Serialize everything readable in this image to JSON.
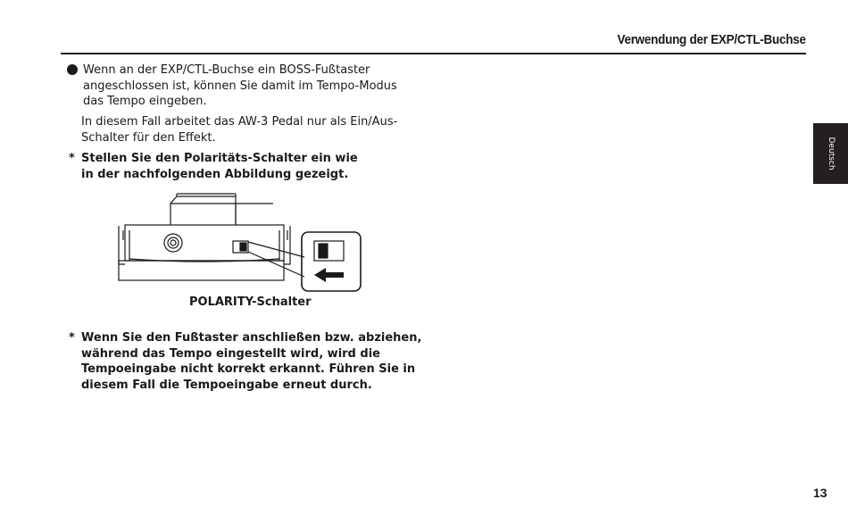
{
  "header": {
    "title": "Verwendung der EXP/CTL-Buchse",
    "language_tab": "Deutsch"
  },
  "content": {
    "bullet_paragraph": "Wenn an der EXP/CTL-Buchse ein BOSS-Fußtaster angeschlossen ist, können Sie damit im Tempo-Modus das Tempo eingeben.",
    "paragraph_2": "In diesem Fall arbeitet das AW-3 Pedal nur als Ein/Aus-Schalter für den Effekt.",
    "note_marker": "*",
    "note_1": "Stellen Sie den Polaritäts-Schalter ein wie in der nachfolgenden Abbildung gezeigt.",
    "figure_caption": "POLARITY-Schalter",
    "note_2": "Wenn Sie den Fußtaster anschließen bzw. abziehen, während das Tempo eingestellt wird, wird die Tempoeingabe nicht korrekt erkannt. Führen Sie in diesem Fall die Tempoeingabe erneut durch."
  },
  "footer": {
    "page_number": "13"
  },
  "colors": {
    "text": "#1a1a1a",
    "tab_background": "#231f20",
    "tab_text": "#ffffff"
  }
}
